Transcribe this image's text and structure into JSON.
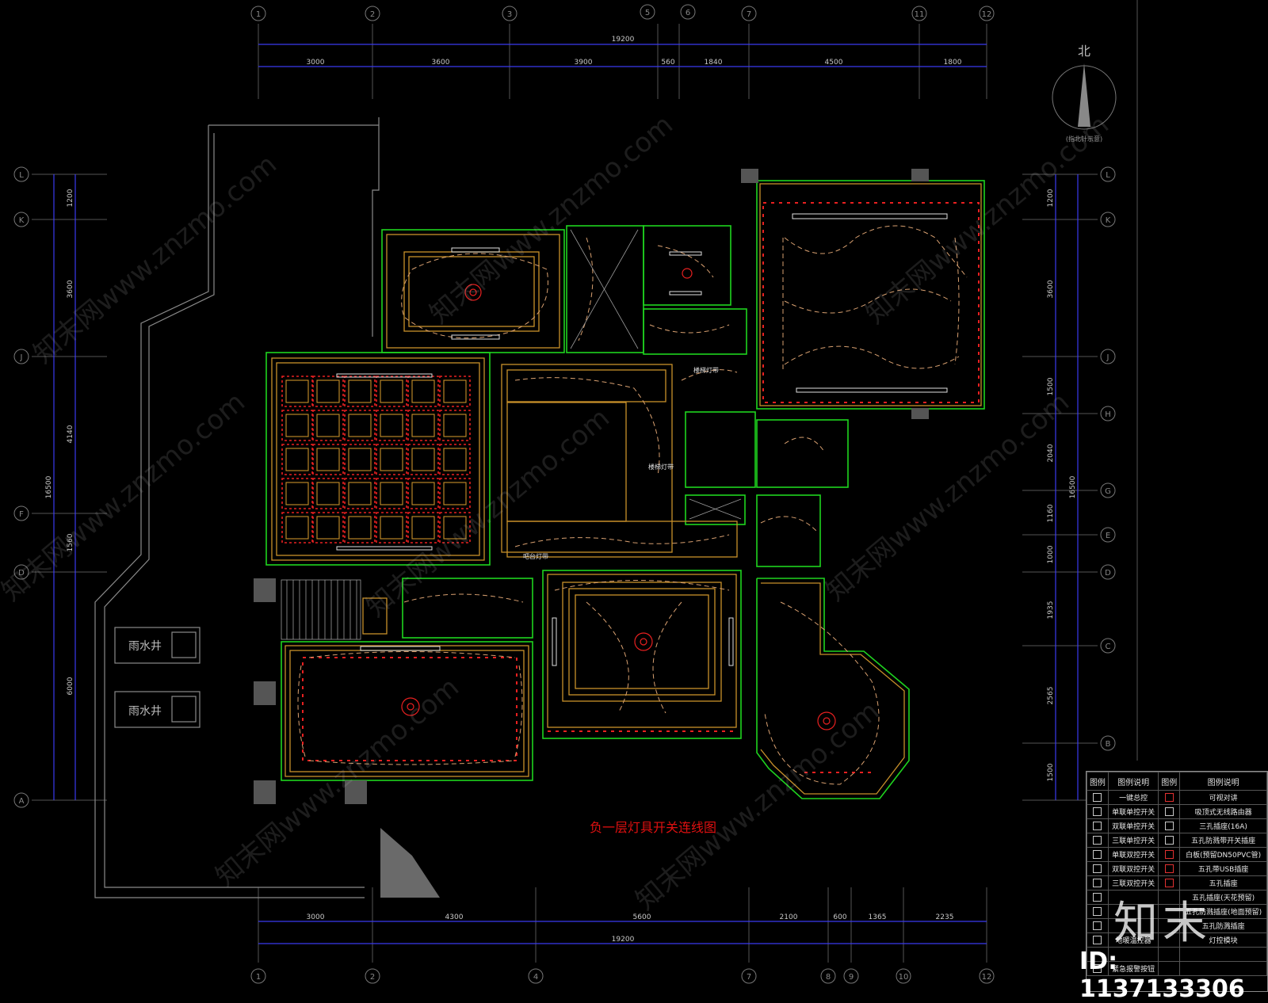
{
  "drawing": {
    "title": "负一层灯具开关连线图",
    "north_label": "北",
    "north_note": "(指北针示意)",
    "axes_top": [
      "1",
      "2",
      "3",
      "5",
      "6",
      "7",
      "11",
      "12"
    ],
    "axes_bottom": [
      "1",
      "2",
      "4",
      "7",
      "8",
      "9",
      "10",
      "12"
    ],
    "axes_side": [
      "L",
      "K",
      "J",
      "H",
      "G",
      "F",
      "E",
      "D",
      "C",
      "B",
      "A"
    ],
    "dims_top_total": "19200",
    "dims_top": [
      "3000",
      "3600",
      "3900",
      "560",
      "1840",
      "4500",
      "1800"
    ],
    "dims_bottom_total": "19200",
    "dims_bottom": [
      "3000",
      "4300",
      "5600",
      "2100",
      "600",
      "1365",
      "2235"
    ],
    "dims_left_total": "16500",
    "dims_left": [
      "1200",
      "3600",
      "4140",
      "1560",
      "6000"
    ],
    "dims_right_total": "16500",
    "dims_right": [
      "1200",
      "3600",
      "1500",
      "2040",
      "1160",
      "1000",
      "1935",
      "2565",
      "1500"
    ],
    "rain_well_1": "雨水井",
    "rain_well_2": "雨水井",
    "room_note_stair": "楼梯灯带",
    "room_note_hall": "楼梯灯带",
    "room_note_bar": "吧台灯带"
  },
  "legend": {
    "headers": [
      "图例",
      "图例说明",
      "图例",
      "图例说明"
    ],
    "rows": [
      [
        "一键总控",
        "可视对讲"
      ],
      [
        "单联单控开关",
        "吸顶式无线路由器"
      ],
      [
        "双联单控开关",
        "三孔插座(16A)"
      ],
      [
        "三联单控开关",
        "五孔防溅带开关插座"
      ],
      [
        "单联双控开关",
        "白板(预留DN50PVC管)"
      ],
      [
        "双联双控开关",
        "五孔带USB插座"
      ],
      [
        "三联双控开关",
        "五孔插座"
      ],
      [
        "",
        "五孔插座(天花预留)"
      ],
      [
        "",
        "五孔防溅插座(地面预留)"
      ],
      [
        "",
        "五孔防溅插座"
      ],
      [
        "地暖温控器",
        "灯控模块"
      ],
      [
        "",
        ""
      ],
      [
        "紧急报警按钮",
        ""
      ]
    ]
  },
  "watermark": {
    "brand": "知末",
    "id_text": "ID: 1137133306",
    "site": "知末网www.znzmo.com"
  },
  "colors": {
    "background": "#000000",
    "grid": "#6a6a6a",
    "dimension": "#3a3af0",
    "wall_green": "#1fd41f",
    "wall_orange": "#c8902a",
    "fixture_red": "#e82020",
    "wire_dash": "#d8a070",
    "title_red": "#e01010"
  }
}
